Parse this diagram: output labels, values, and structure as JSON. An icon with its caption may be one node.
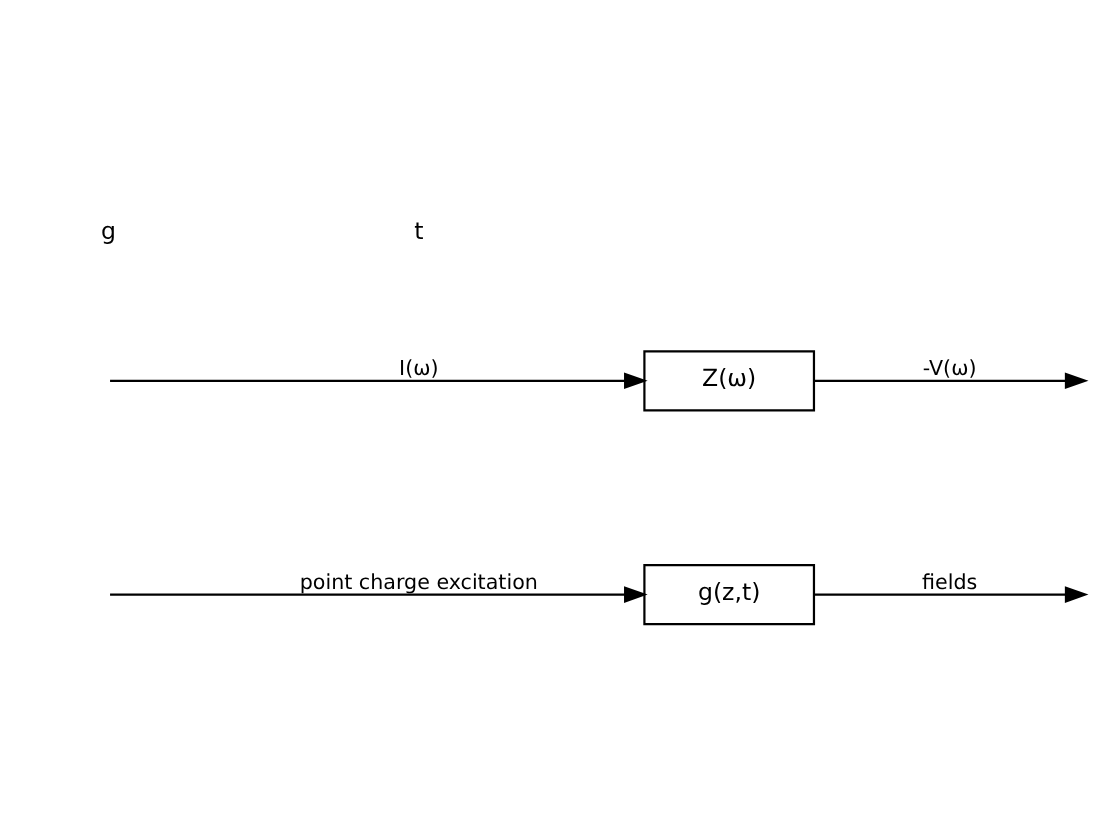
{
  "diagram": {
    "nodes": [
      {
        "text": [
          "g(z,t)"
        ]
      },
      {
        "text": [
          "Z(ω)"
        ]
      }
    ],
    "edges": [
      {
        "from": null,
        "to": 0,
        "arrow": "to",
        "label": "point charge excitation"
      },
      {
        "from": 0,
        "to": null,
        "arrow": "to",
        "label": "fields"
      },
      {
        "from": null,
        "to": 1,
        "arrow": "to",
        "label": "I(ω)"
      },
      {
        "from": 1,
        "to": null,
        "arrow": "to",
        "label": "-V(ω)"
      }
    ],
    "labels": [
      "g",
      "t"
    ]
  }
}
